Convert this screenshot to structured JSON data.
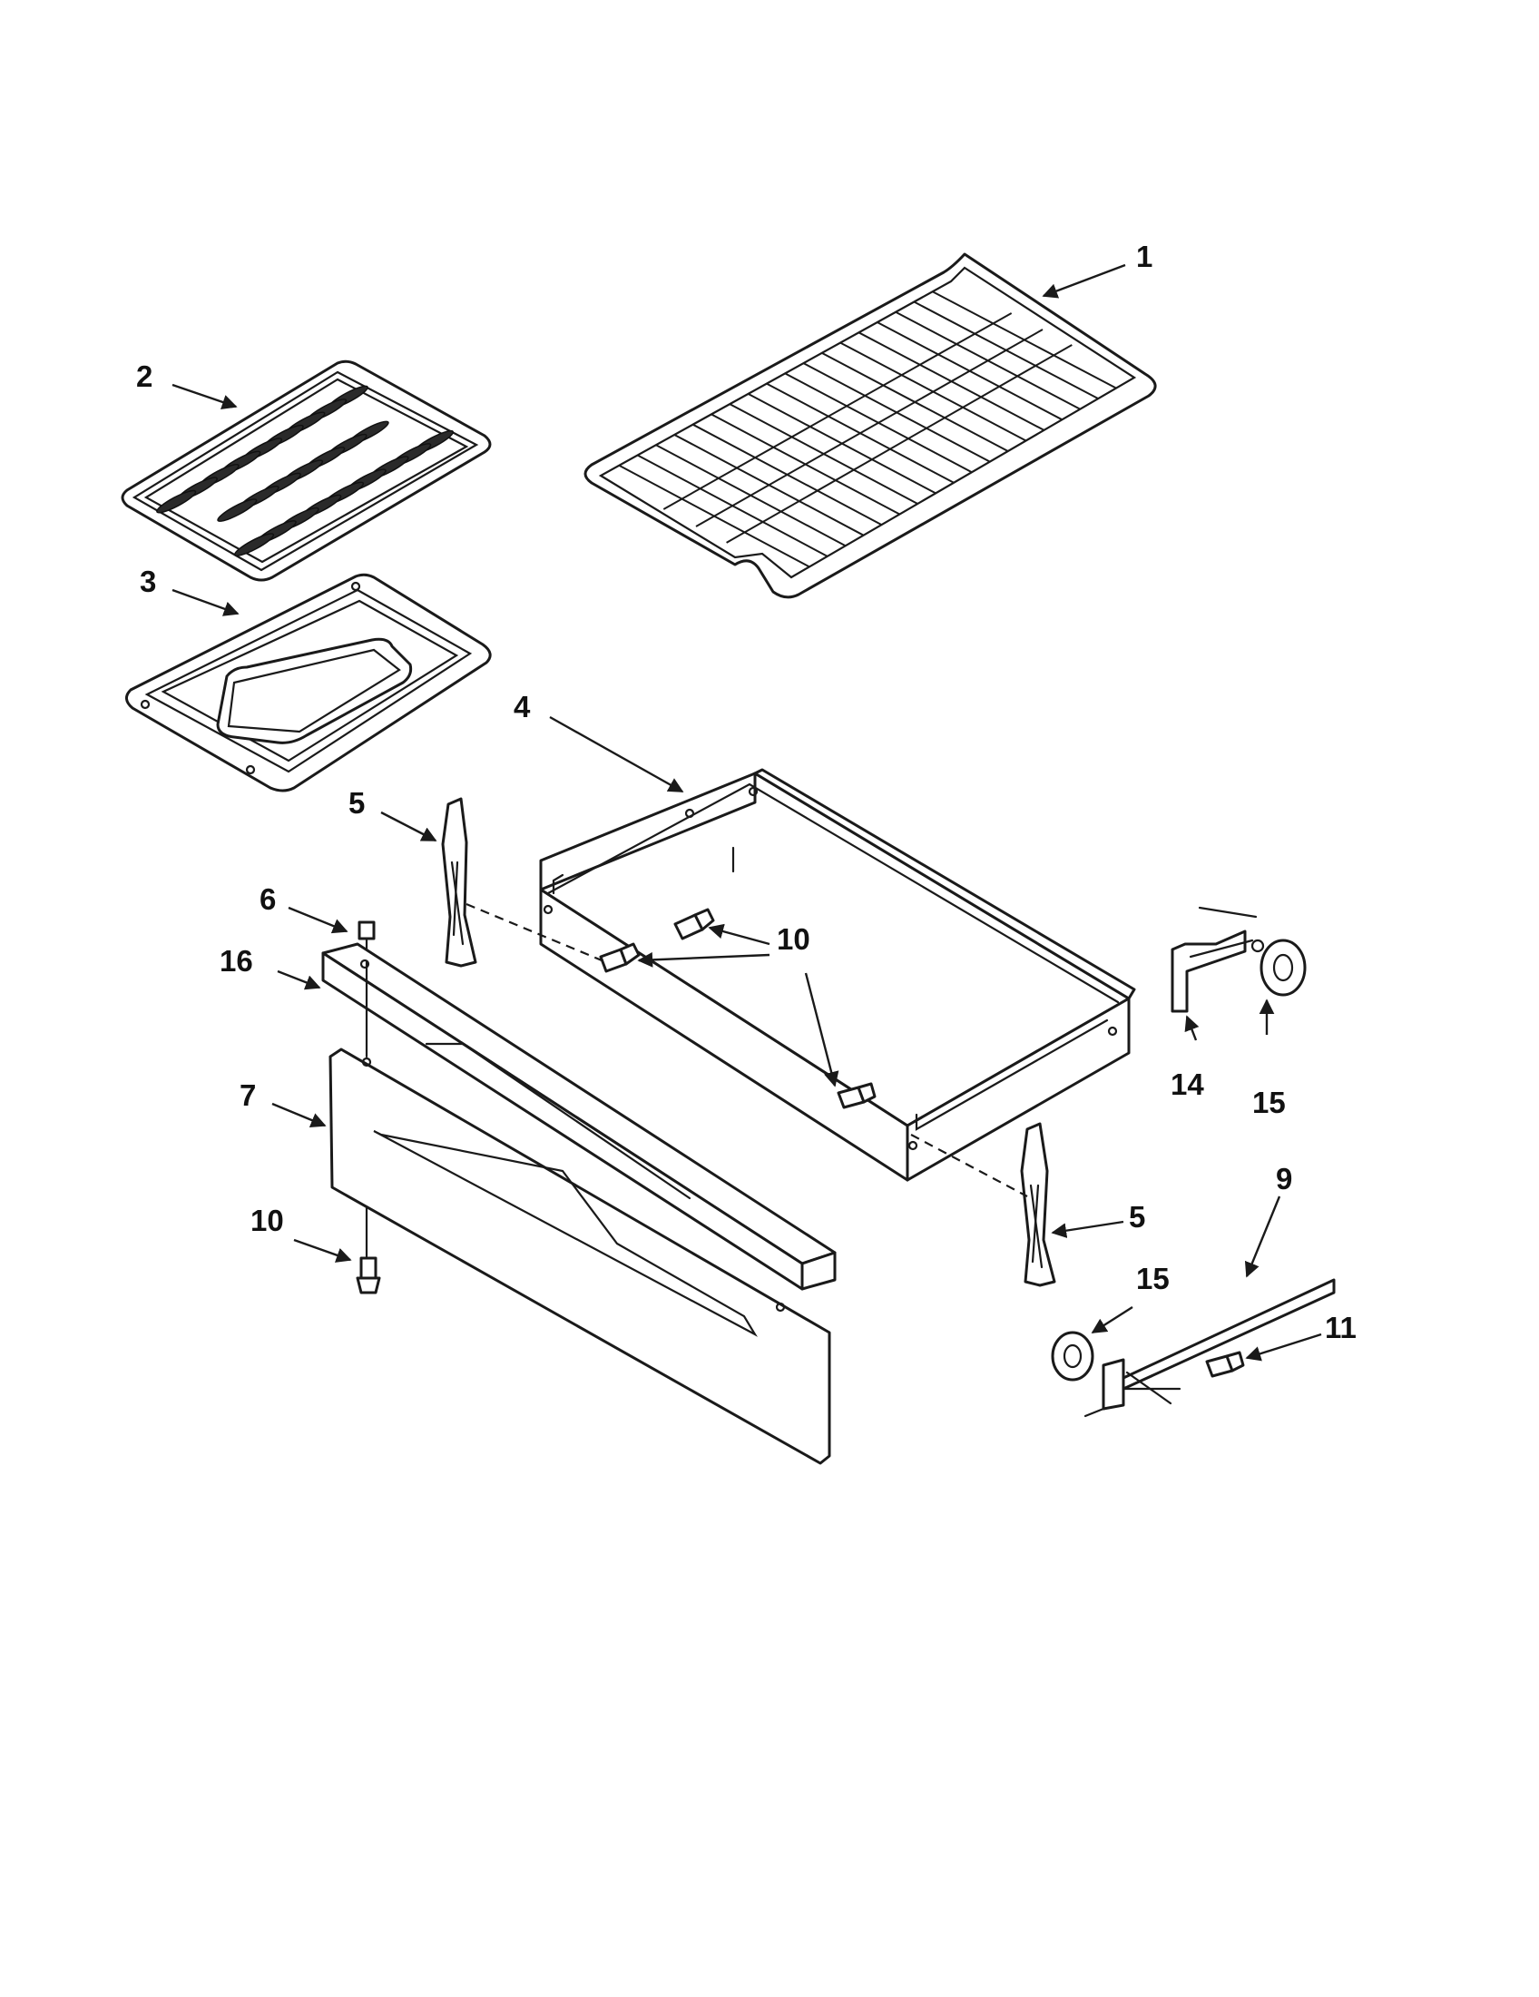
{
  "callouts": [
    {
      "id": "c1",
      "label": "1"
    },
    {
      "id": "c2",
      "label": "2"
    },
    {
      "id": "c3",
      "label": "3"
    },
    {
      "id": "c4",
      "label": "4"
    },
    {
      "id": "c5a",
      "label": "5"
    },
    {
      "id": "c5b",
      "label": "5"
    },
    {
      "id": "c6",
      "label": "6"
    },
    {
      "id": "c7",
      "label": "7"
    },
    {
      "id": "c9",
      "label": "9"
    },
    {
      "id": "c10a",
      "label": "10"
    },
    {
      "id": "c10b",
      "label": "10"
    },
    {
      "id": "c11",
      "label": "11"
    },
    {
      "id": "c14",
      "label": "14"
    },
    {
      "id": "c15a",
      "label": "15"
    },
    {
      "id": "c15b",
      "label": "15"
    },
    {
      "id": "c16",
      "label": "16"
    }
  ]
}
